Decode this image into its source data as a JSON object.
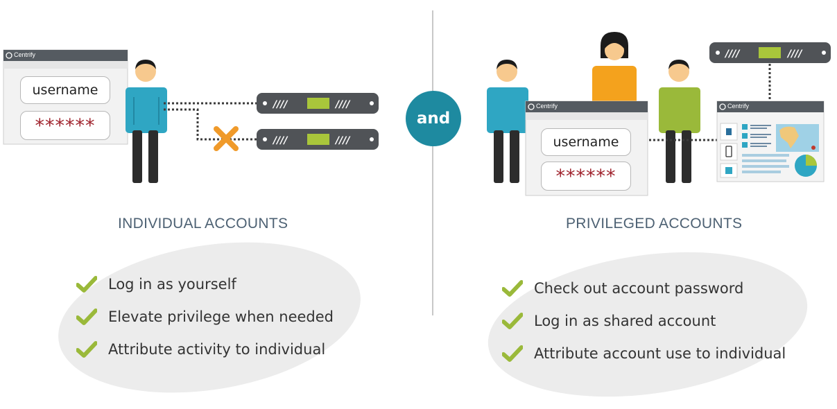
{
  "connector": {
    "label": "and"
  },
  "left": {
    "title": "INDIVIDUAL ACCOUNTS",
    "login_window": {
      "brand": "Centrify",
      "username": "username",
      "password": "******"
    },
    "items": [
      "Log in as yourself",
      "Elevate privilege when needed",
      "Attribute activity to individual"
    ]
  },
  "right": {
    "title": "PRIVILEGED ACCOUNTS",
    "login_window": {
      "brand": "Centrify",
      "username": "username",
      "password": "******"
    },
    "dashboard_window": {
      "brand": "Centrify"
    },
    "items": [
      "Check out account password",
      "Log in as shared account",
      "Attribute account use to individual"
    ]
  },
  "colors": {
    "connector_circle": "#1e8aa0",
    "check": "#9ab93a",
    "server_accent": "#a9c63b",
    "deny_mark": "#f09a2a",
    "person_blue": "#2fa6c3",
    "person_orange": "#f4a21d",
    "person_green": "#9ab93a",
    "password_red": "#a0242e"
  }
}
